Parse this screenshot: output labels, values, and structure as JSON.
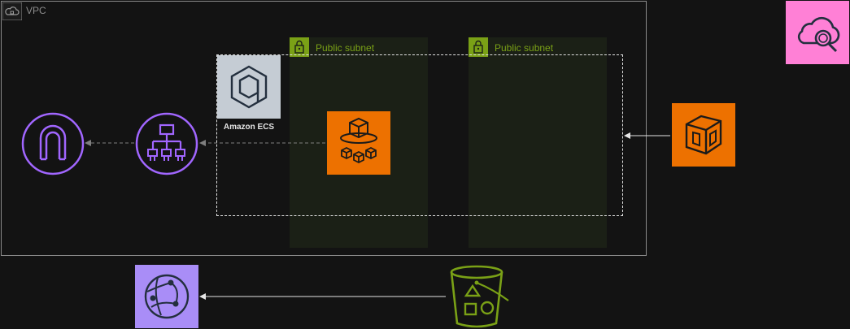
{
  "vpc": {
    "label": "VPC"
  },
  "subnets": [
    {
      "label": "Public subnet"
    },
    {
      "label": "Public subnet"
    }
  ],
  "ecs": {
    "label": "Amazon ECS"
  },
  "icons": {
    "vpc": "vpc-cloud-icon",
    "internet_gateway": "internet-gateway-icon",
    "load_balancer": "application-load-balancer-icon",
    "ecs": "amazon-ecs-icon",
    "fargate": "aws-fargate-icon",
    "ecr": "amazon-ecr-icon",
    "inspector": "amazon-inspector-icon",
    "cloudfront": "amazon-cloudfront-icon",
    "s3": "amazon-s3-bucket-icon",
    "subnet_lock": "lock-icon"
  },
  "colors": {
    "background": "#131313",
    "subnet_accent": "#7aa116",
    "purple": "#a166ff",
    "orange": "#ed7100",
    "pink": "#ff80d6",
    "s3_green": "#7aa116",
    "ecs_gray": "#c5ccd4"
  }
}
